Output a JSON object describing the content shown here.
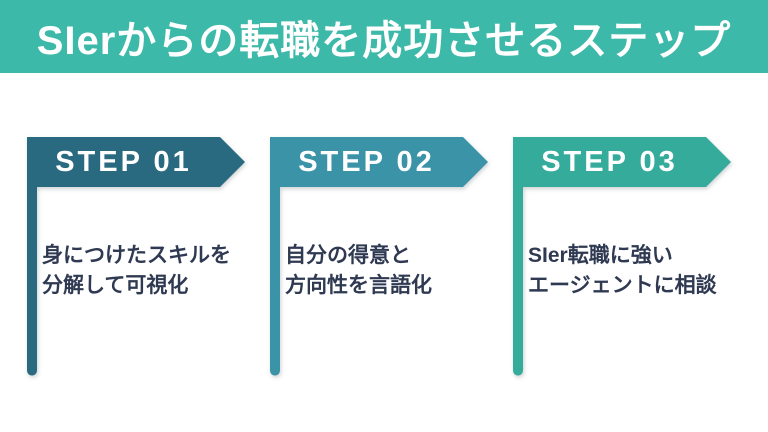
{
  "header": {
    "title": "SIerからの転職を成功させるステップ",
    "bg": "#3CB9A8",
    "text_color": "#FFFFFF"
  },
  "colors": {
    "background": "#FFFFFF",
    "description_text": "#2F3A52"
  },
  "steps": [
    {
      "label": "STEP 01",
      "color": "#2A6A80",
      "line1": "身につけたスキルを",
      "line2": "分解して可視化"
    },
    {
      "label": "STEP 02",
      "color": "#3B93A8",
      "line1": "自分の得意と",
      "line2": "方向性を言語化"
    },
    {
      "label": "STEP 03",
      "color": "#35AC9B",
      "line1": "SIer転職に強い",
      "line2": "エージェントに相談"
    }
  ]
}
